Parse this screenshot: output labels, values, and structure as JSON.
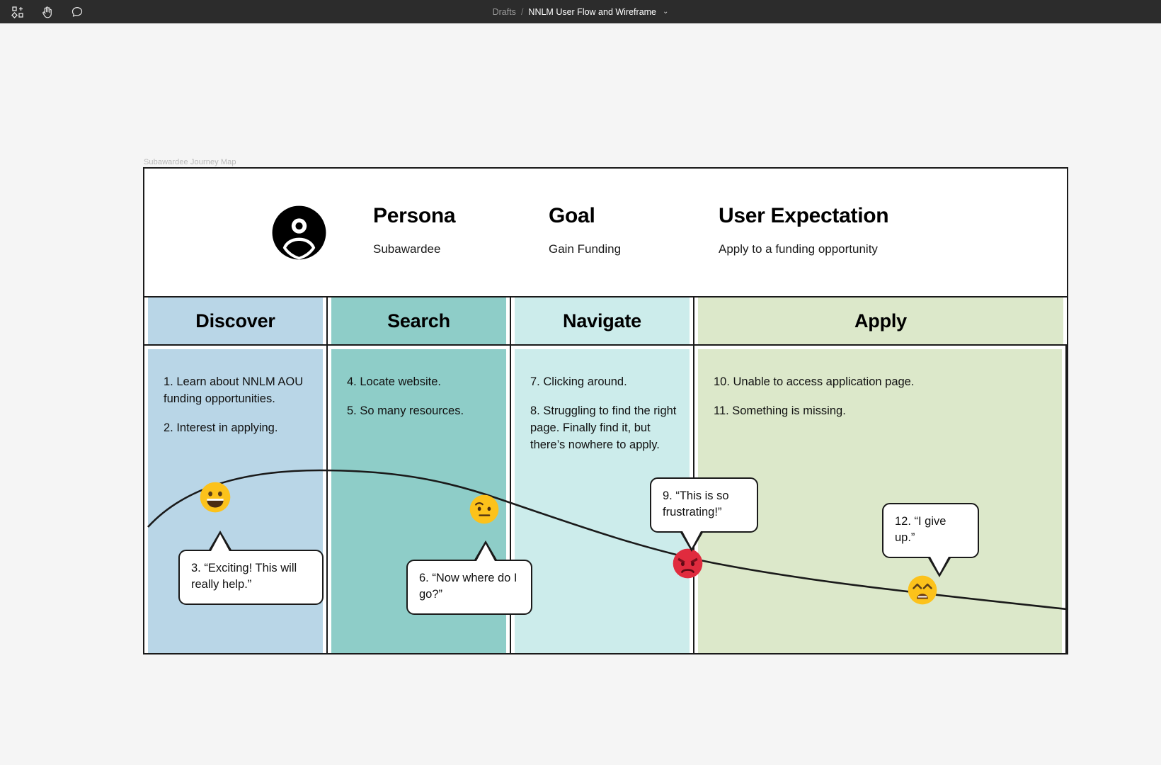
{
  "toolbar": {
    "icons": [
      {
        "name": "components-icon",
        "label": "Components"
      },
      {
        "name": "hand-tool-icon",
        "label": "Hand tool"
      },
      {
        "name": "comment-icon",
        "label": "Comment"
      }
    ],
    "breadcrumb": {
      "parent": "Drafts",
      "separator": "/",
      "file": "NNLM User Flow and Wireframe",
      "chevron": "⌄"
    }
  },
  "canvas": {
    "frame_label": "Subawardee Journey Map"
  },
  "persona_header": {
    "avatar_icon": "user-avatar-icon",
    "blocks": [
      {
        "title": "Persona",
        "value": "Subawardee"
      },
      {
        "title": "Goal",
        "value": "Gain Funding"
      },
      {
        "title": "User Expectation",
        "value": "Apply to a funding opportunity"
      }
    ]
  },
  "stages": [
    {
      "label": "Discover",
      "color": "#b9d6e7",
      "notes": [
        "1. Learn about NNLM AOU funding opportunities.",
        "2. Interest in applying."
      ],
      "emoji": "grinning-face",
      "quote": "3. “Exciting! This will really help.”"
    },
    {
      "label": "Search",
      "color": "#8ecdc8",
      "notes": [
        "4. Locate website.",
        "5. So many resources."
      ],
      "emoji": "raised-eyebrow-face",
      "quote": "6. “Now where do I go?”"
    },
    {
      "label": "Navigate",
      "color": "#cceceb",
      "notes": [
        "7. Clicking around.",
        "8. Struggling to find the right page. Finally find it, but there’s nowhere to apply."
      ],
      "emoji": "pouting-face",
      "quote": "9. “This is so frustrating!”"
    },
    {
      "label": "Apply",
      "color": "#dce8ca",
      "notes": [
        "10. Unable to access application page.",
        "11. Something is missing."
      ],
      "emoji": "weary-face",
      "quote": "12. “I give up.”"
    }
  ],
  "journey_line": {
    "description": "Emotion curve descending from happy to weary across the four stages",
    "color": "#1a1a1a"
  }
}
